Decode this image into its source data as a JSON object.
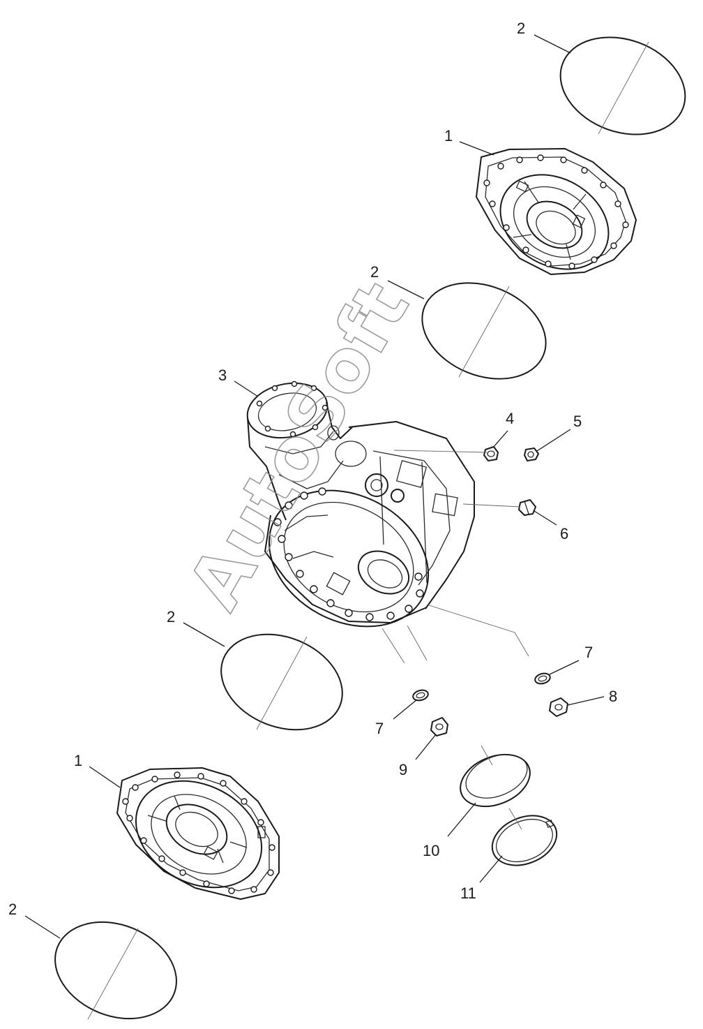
{
  "watermark": "AutoSoft",
  "callouts": {
    "c2_top": "2",
    "c1_top": "1",
    "c2_mid": "2",
    "c3": "3",
    "c4": "4",
    "c5": "5",
    "c6": "6",
    "c2_lower": "2",
    "c7_right": "7",
    "c7_left": "7",
    "c8": "8",
    "c9": "9",
    "c1_bottom": "1",
    "c10": "10",
    "c11": "11",
    "c2_bottom": "2"
  },
  "colors": {
    "line": "#1a1a1a",
    "watermark": "#8a8a8a",
    "background": "#ffffff"
  }
}
